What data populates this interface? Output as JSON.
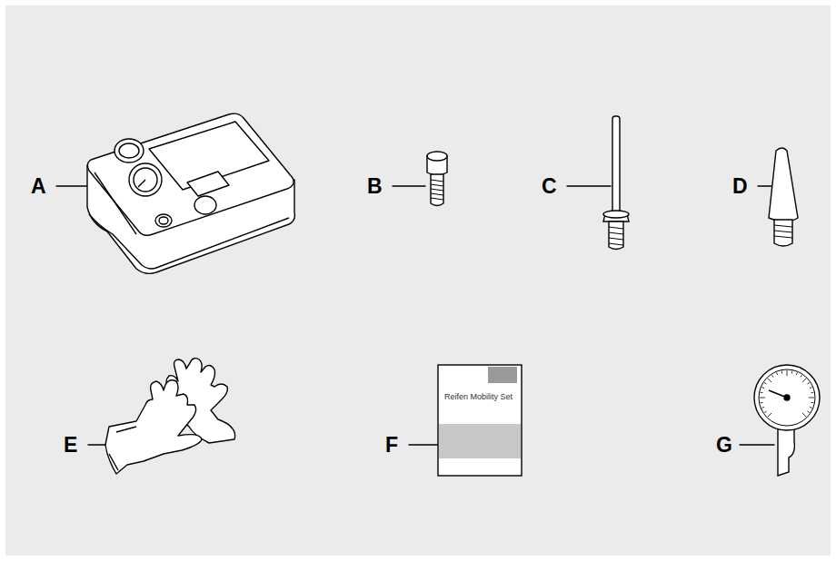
{
  "diagram": {
    "labels": [
      "A",
      "B",
      "C",
      "D",
      "E",
      "F",
      "G",
      "Reifen Mobility Set"
    ]
  }
}
